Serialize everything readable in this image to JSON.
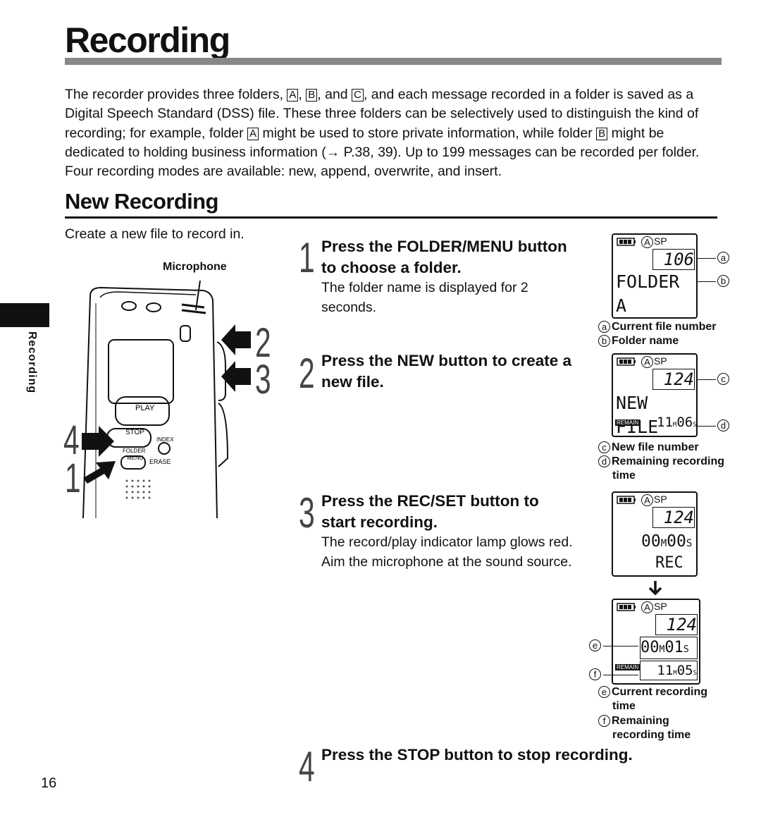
{
  "page": {
    "title": "Recording",
    "page_number": "16",
    "side_tab_label": "Recording"
  },
  "intro": {
    "p1": "The recorder provides three folders,",
    "folder_a": "A",
    "sep1": ",",
    "folder_b": "B",
    "sep2": ", and",
    "folder_c": "C",
    "p2": ", and each message recorded in a folder is saved as a Digital Speech Standard (DSS) file. These three folders can be selectively used to distinguish the kind of recording; for example, folder",
    "p3": "might be used to store private information, while folder",
    "p4": "might be dedicated to holding business information (→ P.38, 39). Up to 199 messages can be recorded per folder. Four recording modes are available: new, append, overwrite, and insert."
  },
  "section": {
    "heading": "New Recording",
    "subtitle": "Create a new file to record in."
  },
  "illustration": {
    "microphone_label": "Microphone",
    "play": "PLAY",
    "stop": "STOP",
    "index": "INDEX",
    "folder_menu_1": "FOLDER",
    "folder_menu_2": "MENU",
    "erase": "ERASE",
    "callouts": [
      "2",
      "3",
      "4",
      "1"
    ]
  },
  "steps": [
    {
      "num": "1",
      "title_line1": "Press the FOLDER/MENU button",
      "title_line2": "to choose a folder.",
      "desc_line1": "The folder name is displayed for 2",
      "desc_line2": "seconds."
    },
    {
      "num": "2",
      "title_line1": "Press the NEW button to create a",
      "title_line2": "new file."
    },
    {
      "num": "3",
      "title_line1": "Press the REC/SET button to",
      "title_line2": "start recording.",
      "desc_line1": "The record/play indicator lamp glows red.",
      "desc_line2": "Aim the microphone at the sound source."
    },
    {
      "num": "4",
      "title_line1": "Press the STOP button to stop recording."
    }
  ],
  "displays": {
    "d1": {
      "folder": "A",
      "mode": "SP",
      "file_number": "106",
      "text": "FOLDER A"
    },
    "d2": {
      "folder": "A",
      "mode": "SP",
      "file_number": "124",
      "text": "NEW FILE",
      "remain_label": "REMAIN",
      "remain_m": "11",
      "remain_s": "06"
    },
    "d3": {
      "folder": "A",
      "mode": "SP",
      "file_number": "124",
      "time_m": "00",
      "time_s": "00",
      "text": "REC"
    },
    "d4": {
      "folder": "A",
      "mode": "SP",
      "file_number": "124",
      "time_m": "00",
      "time_s": "01",
      "remain_label": "REMAIN",
      "remain_m": "11",
      "remain_s": "05"
    }
  },
  "annotations": {
    "a": "Current file number",
    "b": "Folder name",
    "c": "New file number",
    "d_line1": "Remaining recording",
    "d_line2": "time",
    "e_line1": "Current recording",
    "e_line2": "time",
    "f_line1": "Remaining",
    "f_line2": "recording time"
  },
  "markers": {
    "a": "a",
    "b": "b",
    "c": "c",
    "d": "d",
    "e": "e",
    "f": "f",
    "m": "M",
    "s": "S"
  }
}
